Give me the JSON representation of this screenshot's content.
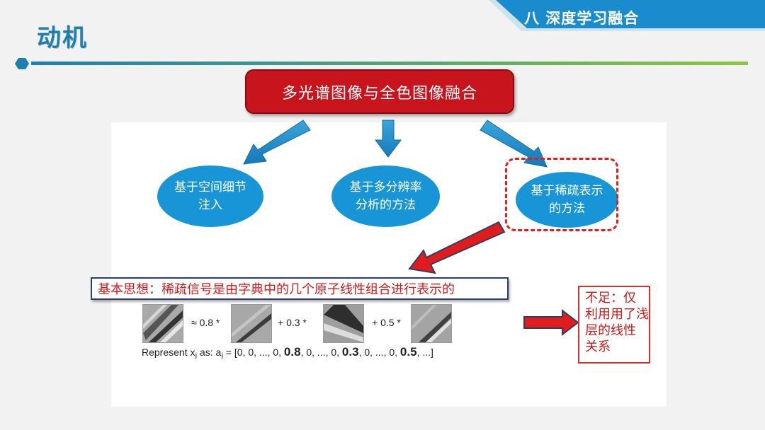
{
  "header": {
    "title": "动机",
    "section_label": "八  深度学习融合",
    "colors": {
      "accent": "#1d7fae",
      "tab": "#1a8ccd",
      "line_start": "#1d7fae",
      "line_end": "#8cc63f"
    }
  },
  "main_topic": "多光谱图像与全色图像融合",
  "methods": [
    {
      "label_line1": "基于空间细节",
      "label_line2": "注入"
    },
    {
      "label_line1": "基于多分辨率",
      "label_line2": "分析的方法"
    },
    {
      "label_line1": "基于稀疏表示",
      "label_line2": "的方法"
    }
  ],
  "basic_idea": "基本思想：稀疏信号是由字典中的几个原子线性组合进行表示的",
  "insufficiency": {
    "line1": "不足：仅",
    "line2": "利用用了浅",
    "line3": "层的线性",
    "line4": "关系"
  },
  "equation": {
    "coef1": "≈ 0.8 *",
    "coef2": "+ 0.3 *",
    "coef3": "+ 0.5 *",
    "represent_prefix": "Represent x",
    "represent_sub": "i",
    "represent_mid": " as: a",
    "represent_sub2": "i",
    "represent_eq": " = [0, 0, ..., 0, ",
    "v1": "0.8",
    "mid1": ", 0, ..., 0, ",
    "v2": "0.3",
    "mid2": ", 0, ..., 0, ",
    "v3": "0.5",
    "tail": ", ...]"
  },
  "icons": [
    "arrow-down-left-icon",
    "arrow-down-icon",
    "arrow-down-right-icon",
    "red-arrow-icon"
  ]
}
